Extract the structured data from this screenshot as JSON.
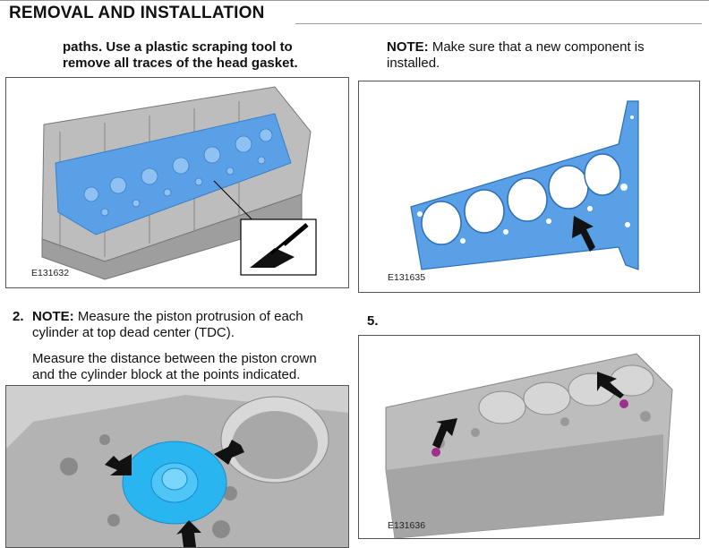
{
  "header": {
    "title": "REMOVAL AND INSTALLATION"
  },
  "steps": {
    "left_top_text_line1": "paths. Use a plastic scraping tool to",
    "left_top_text_line2": "remove all traces of the head gasket.",
    "right_top_note_label": "NOTE:",
    "right_top_note_line1": " Make sure that a new component is",
    "right_top_note_line2": "installed.",
    "step2_number": "2.",
    "step2_note_label": "NOTE:",
    "step2_note_line1": " Measure the piston protrusion of each",
    "step2_note_line2": "cylinder at top dead center (TDC).",
    "step2_body_line1": "Measure the distance between the piston crown",
    "step2_body_line2": "and the cylinder block at the points indicated.",
    "step5_number": "5."
  },
  "figures": {
    "fig1_code": "E131632",
    "fig2_code": "E131635",
    "fig4_code": "E131636"
  },
  "colors": {
    "gasket_blue": "#5aa0e6",
    "engine_gray": "#b8b8b8",
    "piston_cyan": "#29b6f0",
    "marker_purple": "#a0308c"
  },
  "icons": {
    "arrow": "black-pointer-arrow",
    "scraper": "plastic-scraper-icon"
  }
}
